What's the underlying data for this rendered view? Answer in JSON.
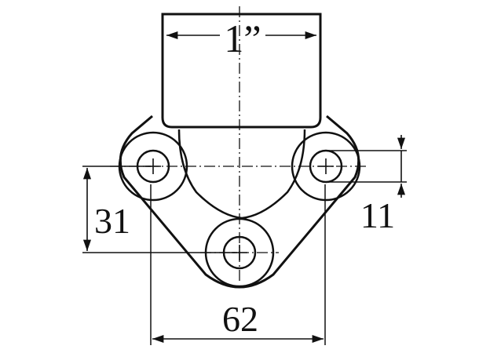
{
  "drawing": {
    "title": "",
    "colors": {
      "line": "#111111",
      "background": "#ffffff"
    },
    "dimensions": {
      "pipe_size": "1”",
      "flange_hole_diameter": "11",
      "vertical_offset": "31",
      "hole_spacing": "62"
    }
  }
}
